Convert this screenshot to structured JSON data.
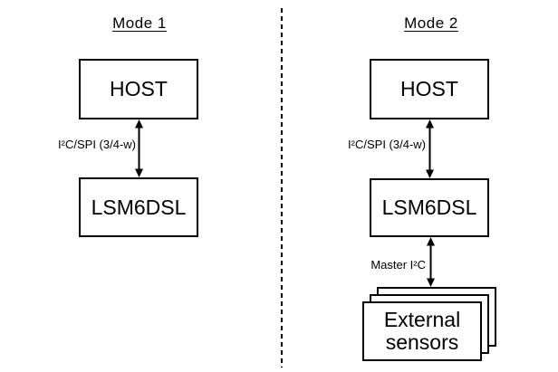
{
  "diagram": {
    "background_color": "#ffffff",
    "line_color": "#000000",
    "mode1": {
      "title": "Mode 1",
      "host_label": "HOST",
      "bus_label": "I²C/SPI (3/4-w)",
      "chip_label": "LSM6DSL"
    },
    "mode2": {
      "title": "Mode 2",
      "host_label": "HOST",
      "bus_label": "I²C/SPI (3/4-w)",
      "chip_label": "LSM6DSL",
      "master_bus_label": "Master I²C",
      "external_sensors_label": "External sensors"
    }
  }
}
